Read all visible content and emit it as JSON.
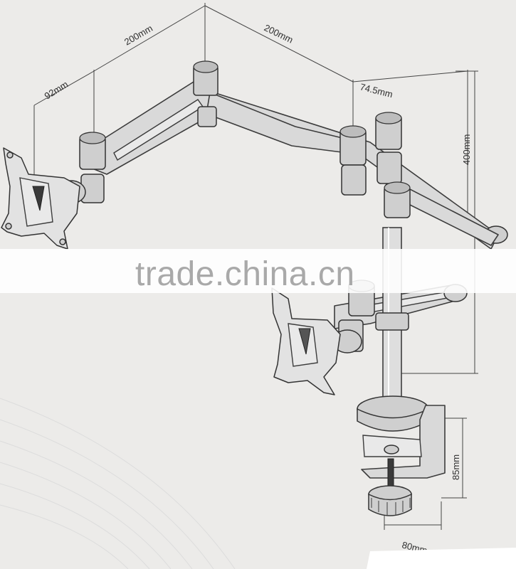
{
  "figure": {
    "subject": "dual-monitor-arm-desk-clamp-diagram",
    "dimensions": {
      "arm1_length": "200mm",
      "arm2_length": "200mm",
      "offset_left": "92mm",
      "offset_right": "74.5mm",
      "pole_height": "400mm",
      "clamp_height": "85mm",
      "clamp_depth": "80mm"
    },
    "watermark": "trade.china.cn",
    "colors": {
      "background": "#ecebe9",
      "line": "#333333",
      "part_fill": "#d9d9d9",
      "watermark_band": "#ffffff",
      "watermark_text": "#a9a9a9"
    }
  }
}
